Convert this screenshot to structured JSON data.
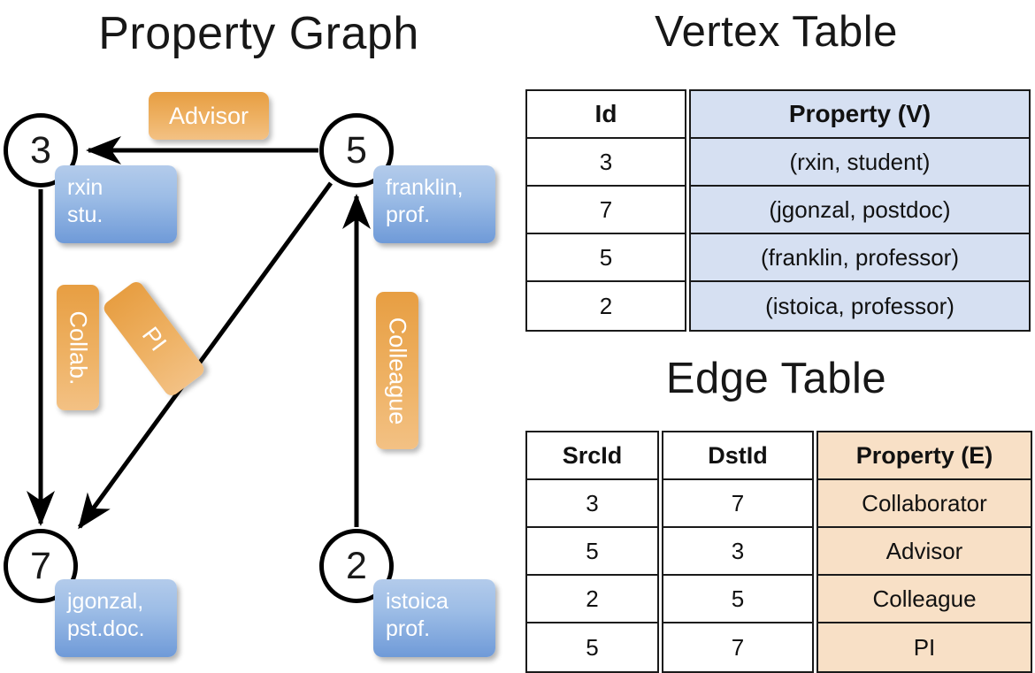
{
  "titles": {
    "property_graph": "Property Graph",
    "vertex_table": "Vertex Table",
    "edge_table": "Edge Table"
  },
  "graph": {
    "nodes": [
      {
        "id": "3",
        "property": "rxin\nstu."
      },
      {
        "id": "5",
        "property": "franklin,\nprof."
      },
      {
        "id": "7",
        "property": "jgonzal,\npst.doc."
      },
      {
        "id": "2",
        "property": "istoica\nprof."
      }
    ],
    "node_labels": {
      "n3": "3",
      "n5": "5",
      "n7": "7",
      "n2": "2"
    },
    "properties": {
      "rxin_line1": "rxin",
      "rxin_line2": "stu.",
      "franklin_line1": "franklin,",
      "franklin_line2": "prof.",
      "jgonzal_line1": "jgonzal,",
      "jgonzal_line2": "pst.doc.",
      "istoica_line1": "istoica",
      "istoica_line2": "prof."
    },
    "edge_labels": {
      "advisor": "Advisor",
      "collab": "Collab.",
      "pi": "PI",
      "colleague": "Colleague"
    },
    "edges": [
      {
        "from": "5",
        "to": "3",
        "label": "Advisor"
      },
      {
        "from": "3",
        "to": "7",
        "label": "Collab."
      },
      {
        "from": "5",
        "to": "7",
        "label": "PI"
      },
      {
        "from": "2",
        "to": "5",
        "label": "Colleague"
      }
    ]
  },
  "vertex_table": {
    "headers": [
      "Id",
      "Property (V)"
    ],
    "rows": [
      {
        "id": "3",
        "property": "(rxin, student)"
      },
      {
        "id": "7",
        "property": "(jgonzal, postdoc)"
      },
      {
        "id": "5",
        "property": "(franklin, professor)"
      },
      {
        "id": "2",
        "property": "(istoica, professor)"
      }
    ]
  },
  "edge_table": {
    "headers": [
      "SrcId",
      "DstId",
      "Property (E)"
    ],
    "rows": [
      {
        "src": "3",
        "dst": "7",
        "property": "Collaborator"
      },
      {
        "src": "5",
        "dst": "3",
        "property": "Advisor"
      },
      {
        "src": "2",
        "dst": "5",
        "property": "Colleague"
      },
      {
        "src": "5",
        "dst": "7",
        "property": "PI"
      }
    ]
  },
  "colors": {
    "vertex_property_fill": "#d6e0f2",
    "edge_property_fill": "#f8e0c6",
    "node_callout_blue": "#6f9ad8",
    "edge_label_orange": "#e79e42",
    "stroke": "#1a1a1a"
  }
}
